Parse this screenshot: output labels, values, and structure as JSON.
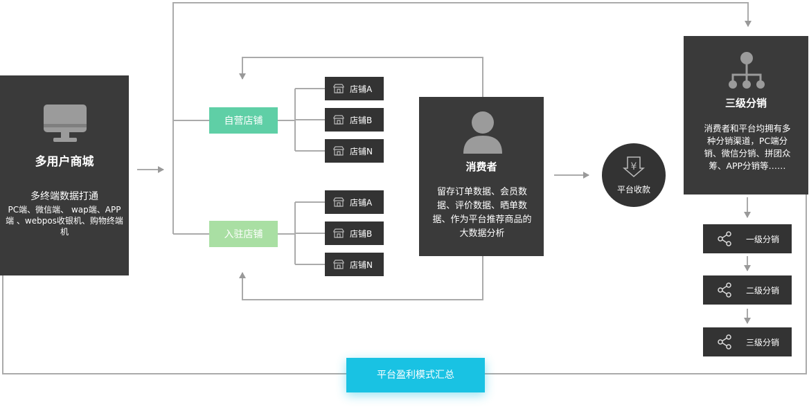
{
  "mall": {
    "title": "多用户商城",
    "subtitle": "多终端数据打通",
    "description": "PC端、微信端、 wap端、APP端 、webpos收银机、购物终端机"
  },
  "stores": {
    "self_label": "自营店铺",
    "entry_label": "入驻店铺",
    "self_items": [
      "店铺A",
      "店铺B",
      "店铺N"
    ],
    "entry_items": [
      "店铺A",
      "店铺B",
      "店铺N"
    ]
  },
  "consumer": {
    "title": "消费者",
    "description": "留存订单数据、会员数据、评价数据、晒单数据、作为平台推荐商品的大数据分析"
  },
  "payment": {
    "label": "平台收款",
    "symbol": "¥"
  },
  "distribution": {
    "title": "三级分销",
    "description": "消费者和平台均拥有多种分销渠道，PC端分销、微信分销、拼团众筹、APP分销等……",
    "levels": [
      "一级分销",
      "二级分销",
      "三级分销"
    ]
  },
  "summary": {
    "label": "平台盈利模式汇总"
  },
  "colors": {
    "dark_box": "#3a3a3a",
    "chip": "#333333",
    "self_green": "#5fcfa6",
    "entry_green": "#a9dfa3",
    "summary_cyan": "#19c2e3",
    "line": "#aaaaaa"
  }
}
